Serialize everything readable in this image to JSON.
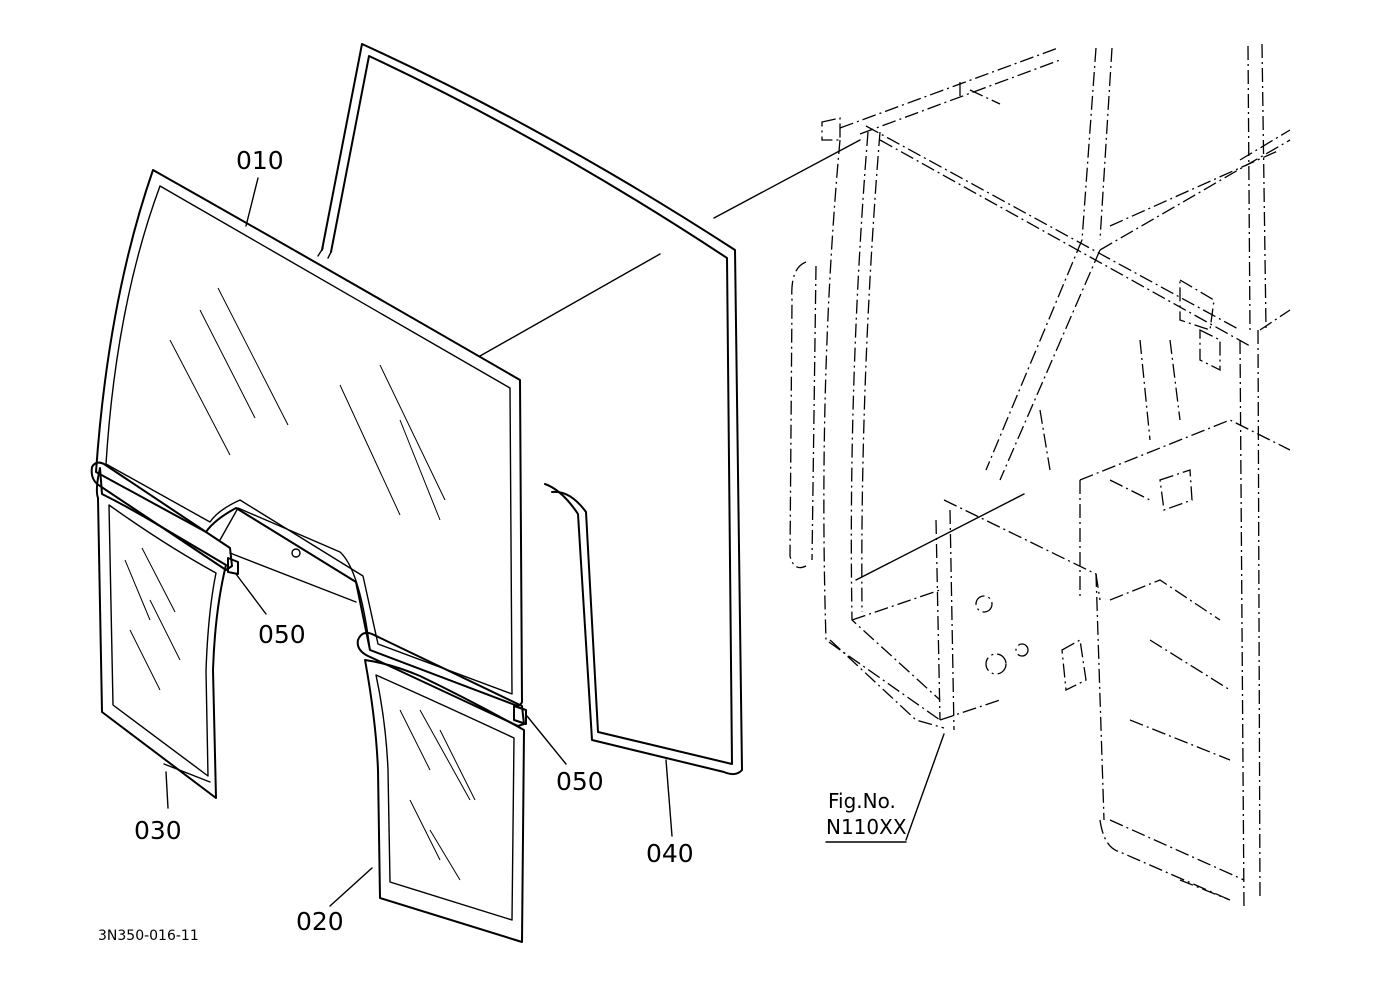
{
  "callouts": {
    "glass_010": "010",
    "glass_020": "020",
    "glass_030": "030",
    "seal_040": "040",
    "clip_050_upper": "050",
    "clip_050_lower": "050"
  },
  "figure_reference": {
    "line1": "Fig.No.",
    "line2": "N110XX"
  },
  "drawing_code": "3N350-016-11"
}
